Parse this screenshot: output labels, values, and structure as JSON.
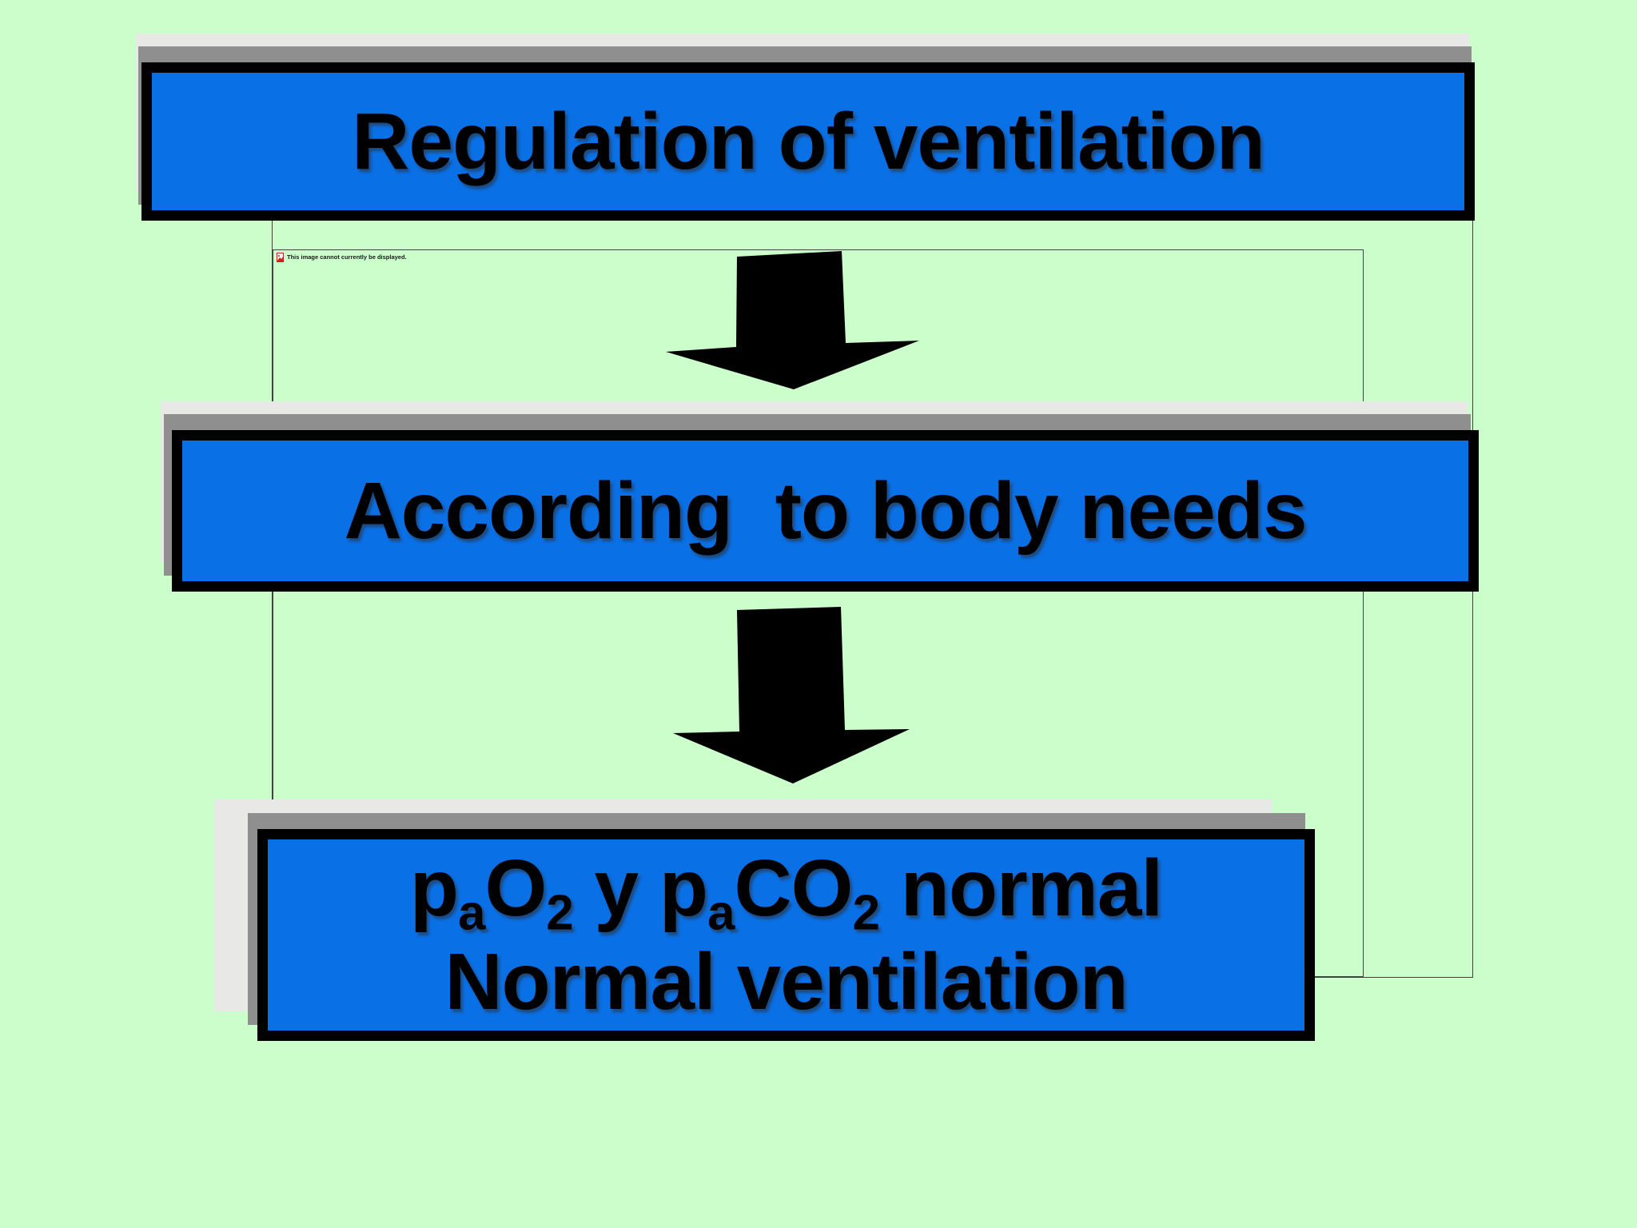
{
  "slide": {
    "background_color": "#ccfecc",
    "colors": {
      "background": "#ccfecc",
      "box_fill": "#0a70e6",
      "box_border": "#000000",
      "shadow_light": "#e8e8e6",
      "shadow_gray": "#8f8f8f",
      "frame_line": "#3c463c",
      "arrow": "#000000",
      "text": "#000000",
      "placeholder_icon_red": "#cc2222"
    },
    "boxes": {
      "regulation": {
        "label": "Regulation of ventilation"
      },
      "body_needs": {
        "label": "According  to body needs"
      },
      "normal": {
        "line1_plain": "paO2 y paCO2 normal",
        "line1_parts": [
          {
            "text": "p"
          },
          {
            "text": "a",
            "sub": true
          },
          {
            "text": "O"
          },
          {
            "text": "2",
            "sub": true
          },
          {
            "text": " y p"
          },
          {
            "text": "a",
            "sub": true
          },
          {
            "text": "CO"
          },
          {
            "text": "2",
            "sub": true
          },
          {
            "text": " normal"
          }
        ],
        "line2": "Normal ventilation"
      }
    },
    "arrows": [
      {
        "name": "down-arrow-1"
      },
      {
        "name": "down-arrow-2"
      }
    ],
    "placeholder": {
      "icon": "broken-image-icon",
      "message": "This image cannot currently be displayed."
    }
  }
}
